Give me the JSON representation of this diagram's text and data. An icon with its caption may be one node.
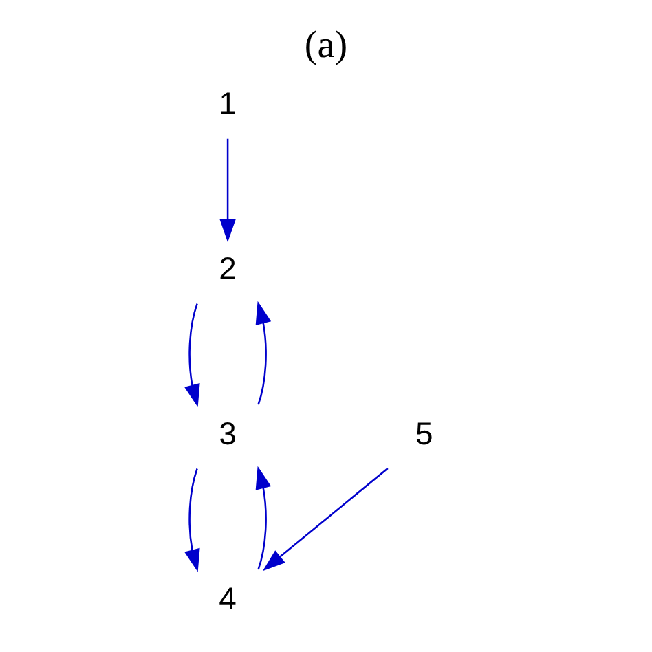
{
  "diagram": {
    "title": "(a)",
    "nodes": [
      {
        "text": [
          "1"
        ]
      },
      {
        "text": [
          "2"
        ]
      },
      {
        "text": [
          "3"
        ]
      },
      {
        "text": [
          "4"
        ]
      },
      {
        "text": [
          "5"
        ]
      }
    ],
    "edges": [
      {
        "from": 0,
        "to": 1,
        "arrow": "to"
      },
      {
        "from": 1,
        "to": 2,
        "arrow": "to"
      },
      {
        "from": 2,
        "to": 1,
        "arrow": "to"
      },
      {
        "from": 2,
        "to": 3,
        "arrow": "to"
      },
      {
        "from": 3,
        "to": 2,
        "arrow": "to"
      },
      {
        "from": 4,
        "to": 3,
        "arrow": "to"
      }
    ]
  }
}
